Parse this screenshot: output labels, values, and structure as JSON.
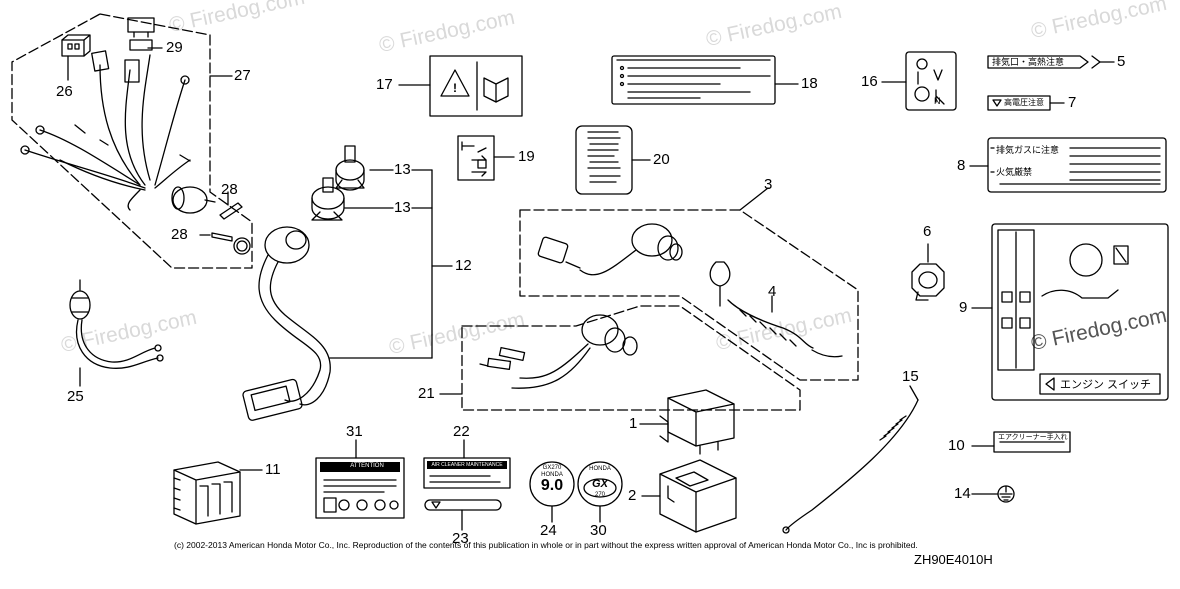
{
  "diagram": {
    "part_numbers": [
      "1",
      "2",
      "3",
      "4",
      "5",
      "6",
      "7",
      "8",
      "9",
      "10",
      "11",
      "12",
      "13",
      "14",
      "15",
      "16",
      "17",
      "18",
      "19",
      "20",
      "21",
      "22",
      "23",
      "24",
      "25",
      "26",
      "27",
      "28",
      "29",
      "30",
      "31"
    ],
    "callouts": {
      "c26": "26",
      "c29": "29",
      "c27": "27",
      "c28a": "28",
      "c28b": "28",
      "c13a": "13",
      "c13b": "13",
      "c12": "12",
      "c17": "17",
      "c18": "18",
      "c19": "19",
      "c20": "20",
      "c16": "16",
      "c5": "5",
      "c7": "7",
      "c8": "8",
      "c3": "3",
      "c6": "6",
      "c9": "9",
      "c4": "4",
      "c21": "21",
      "c25": "25",
      "c1": "1",
      "c15": "15",
      "c31": "31",
      "c22": "22",
      "c11": "11",
      "c10": "10",
      "c2": "2",
      "c14": "14",
      "c24": "24",
      "c30": "30",
      "c23": "23"
    },
    "label_texts": {
      "attention": "ATTENTION",
      "air_cleaner": "AIR CLEANER MAINTENANCE",
      "gx390_top": "GX270",
      "honda": "HONDA",
      "hp": "9.0",
      "gx_logo": "GX",
      "gx_model": "270",
      "exhaust_warning": "排気口・高熱注意",
      "high_voltage": "高電圧注意",
      "exhaust_gas": "排気ガスに注意",
      "fire_prohibited": "火気厳禁",
      "engine_switch": "エンジン スイッチ",
      "air_cleaner_jp": "エアクリーナー手入れ"
    },
    "watermark": "© Firedog.com",
    "copyright": "(c) 2002-2013 American Honda Motor Co., Inc. Reproduction of the contents of this publication in whole or in part without the express written approval of American Honda Motor Co., Inc is prohibited.",
    "figure_code": "ZH90E4010H"
  }
}
